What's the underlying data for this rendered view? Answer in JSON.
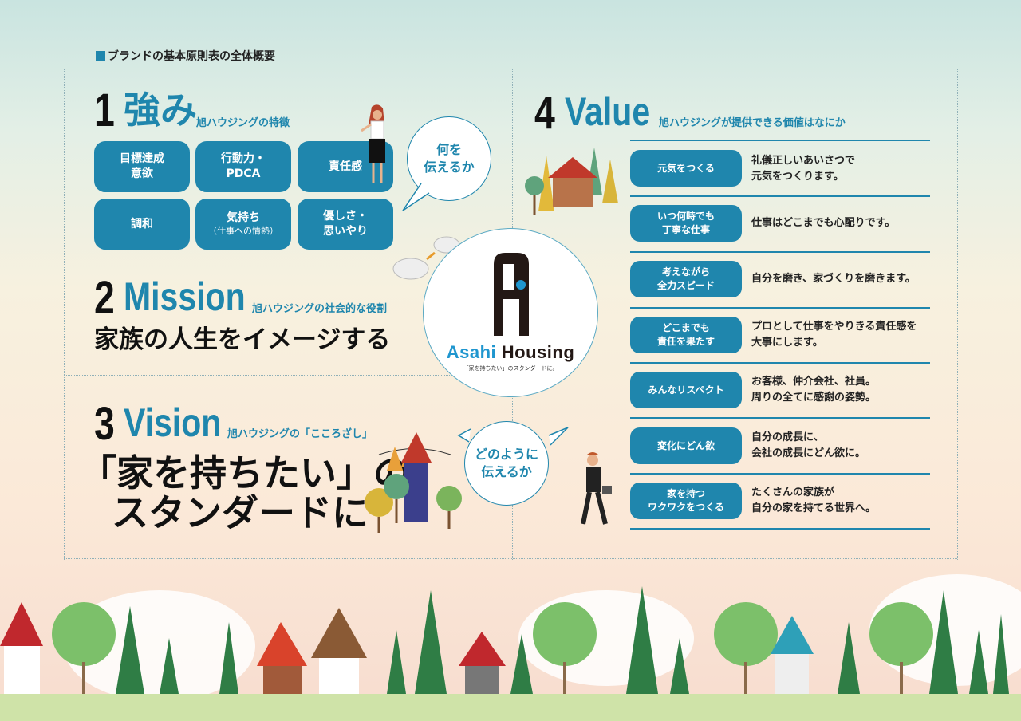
{
  "header": {
    "title": "ブランドの基本原則表の全体概要"
  },
  "section1": {
    "number": "1",
    "title": "強み",
    "subtitle": "旭ハウジングの特徴",
    "items": [
      {
        "line1": "目標達成",
        "line2": "意欲"
      },
      {
        "line1": "行動力・",
        "line2": "PDCA"
      },
      {
        "line1": "責任感",
        "line2": ""
      },
      {
        "line1": "調和",
        "line2": ""
      },
      {
        "line1": "気持ち",
        "line2": "（仕事への情熱）"
      },
      {
        "line1": "優しさ・",
        "line2": "思いやり"
      }
    ]
  },
  "bubble_what": {
    "line1": "何を",
    "line2": "伝えるか"
  },
  "section2": {
    "number": "2",
    "title": "Mission",
    "subtitle": "旭ハウジングの社会的な役割",
    "statement": "家族の人生をイメージする"
  },
  "logo": {
    "brand_part1": "Asahi",
    "brand_part2": "Housing",
    "tagline": "「家を持ちたい」のスタンダードに。"
  },
  "section3": {
    "number": "3",
    "title": "Vision",
    "subtitle": "旭ハウジングの「こころざし」",
    "statement_line1": "「家を持ちたい」の",
    "statement_line2": "スタンダードに"
  },
  "bubble_how": {
    "line1": "どのように",
    "line2": "伝えるか"
  },
  "section4": {
    "number": "4",
    "title": "Value",
    "subtitle": "旭ハウジングが提供できる価値はなにか",
    "items": [
      {
        "label1": "元気をつくる",
        "label2": "",
        "text1": "礼儀正しいあいさつで",
        "text2": "元気をつくります。"
      },
      {
        "label1": "いつ何時でも",
        "label2": "丁寧な仕事",
        "text1": "仕事はどこまでも心配りです。",
        "text2": ""
      },
      {
        "label1": "考えながら",
        "label2": "全力スピード",
        "text1": "自分を磨き、家づくりを磨きます。",
        "text2": ""
      },
      {
        "label1": "どこまでも",
        "label2": "責任を果たす",
        "text1": "プロとして仕事をやりきる責任感を",
        "text2": "大事にします。"
      },
      {
        "label1": "みんなリスペクト",
        "label2": "",
        "text1": "お客様、仲介会社、社員。",
        "text2": "周りの全てに感謝の姿勢。"
      },
      {
        "label1": "変化にどん欲",
        "label2": "",
        "text1": "自分の成長に、",
        "text2": "会社の成長にどん欲に。"
      },
      {
        "label1": "家を持つ",
        "label2": "ワクワクをつくる",
        "text1": "たくさんの家族が",
        "text2": "自分の家を持てる世界へ。"
      }
    ]
  },
  "colors": {
    "accent": "#1f86ad",
    "text": "#111111"
  }
}
